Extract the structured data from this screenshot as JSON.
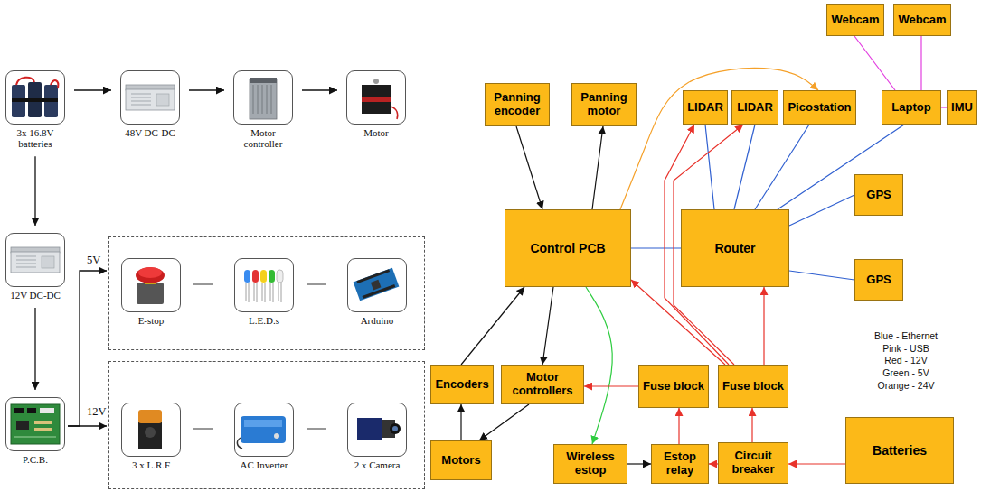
{
  "diagram": {
    "nodes": [
      {
        "text": [
          "3x 16.8V batteries"
        ]
      },
      {
        "text": [
          "48V DC-DC"
        ]
      },
      {
        "text": [
          "Motor controller"
        ]
      },
      {
        "text": [
          "Motor"
        ]
      },
      {
        "text": [
          "12V DC-DC"
        ]
      },
      {
        "text": [
          "5V"
        ]
      },
      {
        "text": [
          "E-stop"
        ],
        "in": 5
      },
      {
        "text": [
          "L.E.D.s"
        ],
        "in": 5
      },
      {
        "text": [
          "Arduino"
        ],
        "in": 5
      },
      {
        "text": [
          "P.C.B."
        ]
      },
      {
        "text": [
          "12V"
        ]
      },
      {
        "text": [
          "3 x L.R.F"
        ],
        "in": 10
      },
      {
        "text": [
          "AC Inverter"
        ],
        "in": 10
      },
      {
        "text": [
          "2 x Camera"
        ],
        "in": 10
      },
      {
        "text": [
          "Webcam"
        ]
      },
      {
        "text": [
          "Webcam"
        ]
      },
      {
        "text": [
          "Panning encoder"
        ]
      },
      {
        "text": [
          "Panning motor"
        ]
      },
      {
        "text": [
          "LIDAR"
        ]
      },
      {
        "text": [
          "LIDAR"
        ]
      },
      {
        "text": [
          "Picostation"
        ]
      },
      {
        "text": [
          "Laptop"
        ]
      },
      {
        "text": [
          "IMU"
        ]
      },
      {
        "text": [
          "GPS"
        ]
      },
      {
        "text": [
          "Control PCB"
        ]
      },
      {
        "text": [
          "Router"
        ]
      },
      {
        "text": [
          "GPS"
        ]
      },
      {
        "text": [
          "Encoders"
        ]
      },
      {
        "text": [
          "Motor controllers"
        ]
      },
      {
        "text": [
          "Fuse block"
        ]
      },
      {
        "text": [
          "Fuse block"
        ]
      },
      {
        "text": [
          "Batteries"
        ]
      },
      {
        "text": [
          "Motors"
        ]
      },
      {
        "text": [
          "Wireless estop"
        ]
      },
      {
        "text": [
          "Estop relay"
        ]
      },
      {
        "text": [
          "Circuit breaker"
        ]
      }
    ],
    "edges": [
      {
        "from": 0,
        "to": 1,
        "arrow": "to"
      },
      {
        "from": 1,
        "to": 2,
        "arrow": "to"
      },
      {
        "from": 2,
        "to": 3,
        "arrow": "to"
      },
      {
        "from": 0,
        "to": 4,
        "arrow": "to"
      },
      {
        "from": 4,
        "to": 9,
        "arrow": "to"
      },
      {
        "from": 9,
        "to": 5,
        "arrow": "to"
      },
      {
        "from": 9,
        "to": 10,
        "arrow": "to"
      },
      {
        "from": 16,
        "to": 24,
        "arrow": "to"
      },
      {
        "from": 24,
        "to": 17,
        "arrow": "to"
      },
      {
        "from": 24,
        "to": 20,
        "arrow": "to"
      },
      {
        "from": 18,
        "to": 25,
        "arrow": "none"
      },
      {
        "from": 19,
        "to": 25,
        "arrow": "none"
      },
      {
        "from": 20,
        "to": 25,
        "arrow": "none"
      },
      {
        "from": 21,
        "to": 25,
        "arrow": "none"
      },
      {
        "from": 14,
        "to": 21,
        "arrow": "none"
      },
      {
        "from": 15,
        "to": 21,
        "arrow": "none"
      },
      {
        "from": 21,
        "to": 22,
        "arrow": "none"
      },
      {
        "from": 24,
        "to": 25,
        "arrow": "none"
      },
      {
        "from": 25,
        "to": 23,
        "arrow": "none"
      },
      {
        "from": 25,
        "to": 26,
        "arrow": "none"
      },
      {
        "from": 27,
        "to": 24,
        "arrow": "to"
      },
      {
        "from": 24,
        "to": 28,
        "arrow": "to"
      },
      {
        "from": 32,
        "to": 27,
        "arrow": "to"
      },
      {
        "from": 28,
        "to": 32,
        "arrow": "to"
      },
      {
        "from": 24,
        "to": 33,
        "arrow": "to"
      },
      {
        "from": 33,
        "to": 34,
        "arrow": "to"
      },
      {
        "from": 35,
        "to": 34,
        "arrow": "to"
      },
      {
        "from": 34,
        "to": 29,
        "arrow": "to"
      },
      {
        "from": 29,
        "to": 28,
        "arrow": "to"
      },
      {
        "from": 35,
        "to": 30,
        "arrow": "to"
      },
      {
        "from": 30,
        "to": 24,
        "arrow": "to"
      },
      {
        "from": 30,
        "to": 18,
        "arrow": "to"
      },
      {
        "from": 30,
        "to": 19,
        "arrow": "to"
      },
      {
        "from": 30,
        "to": 25,
        "arrow": "to"
      },
      {
        "from": 31,
        "to": 35,
        "arrow": "to"
      }
    ],
    "legend": [
      {
        "text": "Blue - Ethernet"
      },
      {
        "text": "Pink - USB"
      },
      {
        "text": "Red - 12V"
      },
      {
        "text": "Green - 5V"
      },
      {
        "text": "Orange - 24V"
      }
    ]
  }
}
